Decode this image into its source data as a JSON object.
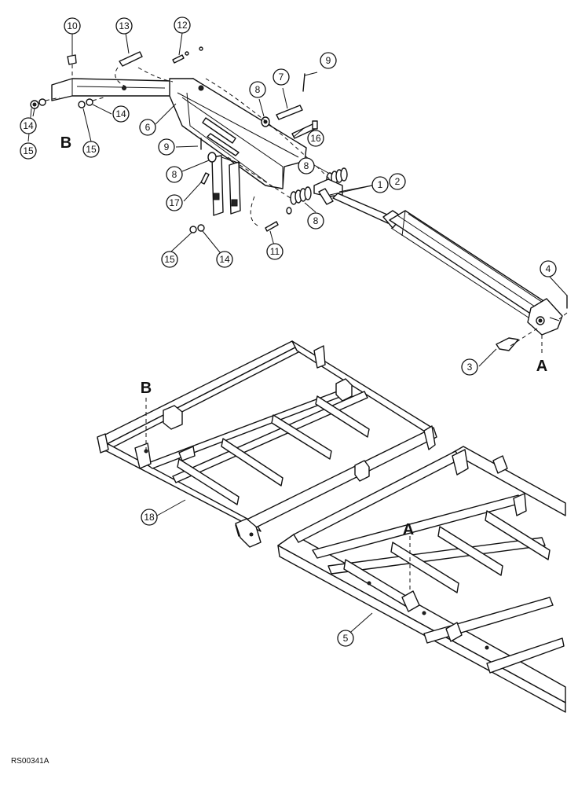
{
  "callouts": {
    "c1": "1",
    "c2": "2",
    "c3": "3",
    "c4": "4",
    "c5": "5",
    "c6": "6",
    "c7": "7",
    "c8a": "8",
    "c8b": "8",
    "c8c": "8",
    "c8d": "8",
    "c9a": "9",
    "c9b": "9",
    "c10": "10",
    "c11": "11",
    "c12": "12",
    "c13": "13",
    "c14a": "14",
    "c14b": "14",
    "c14c": "14",
    "c15a": "15",
    "c15b": "15",
    "c15c": "15",
    "c16": "16",
    "c17": "17",
    "c18": "18"
  },
  "references": {
    "a_cylinder": "A",
    "a_frame": "A",
    "b_bracket": "B",
    "b_frame": "B"
  },
  "figure_code": "RS00341A"
}
